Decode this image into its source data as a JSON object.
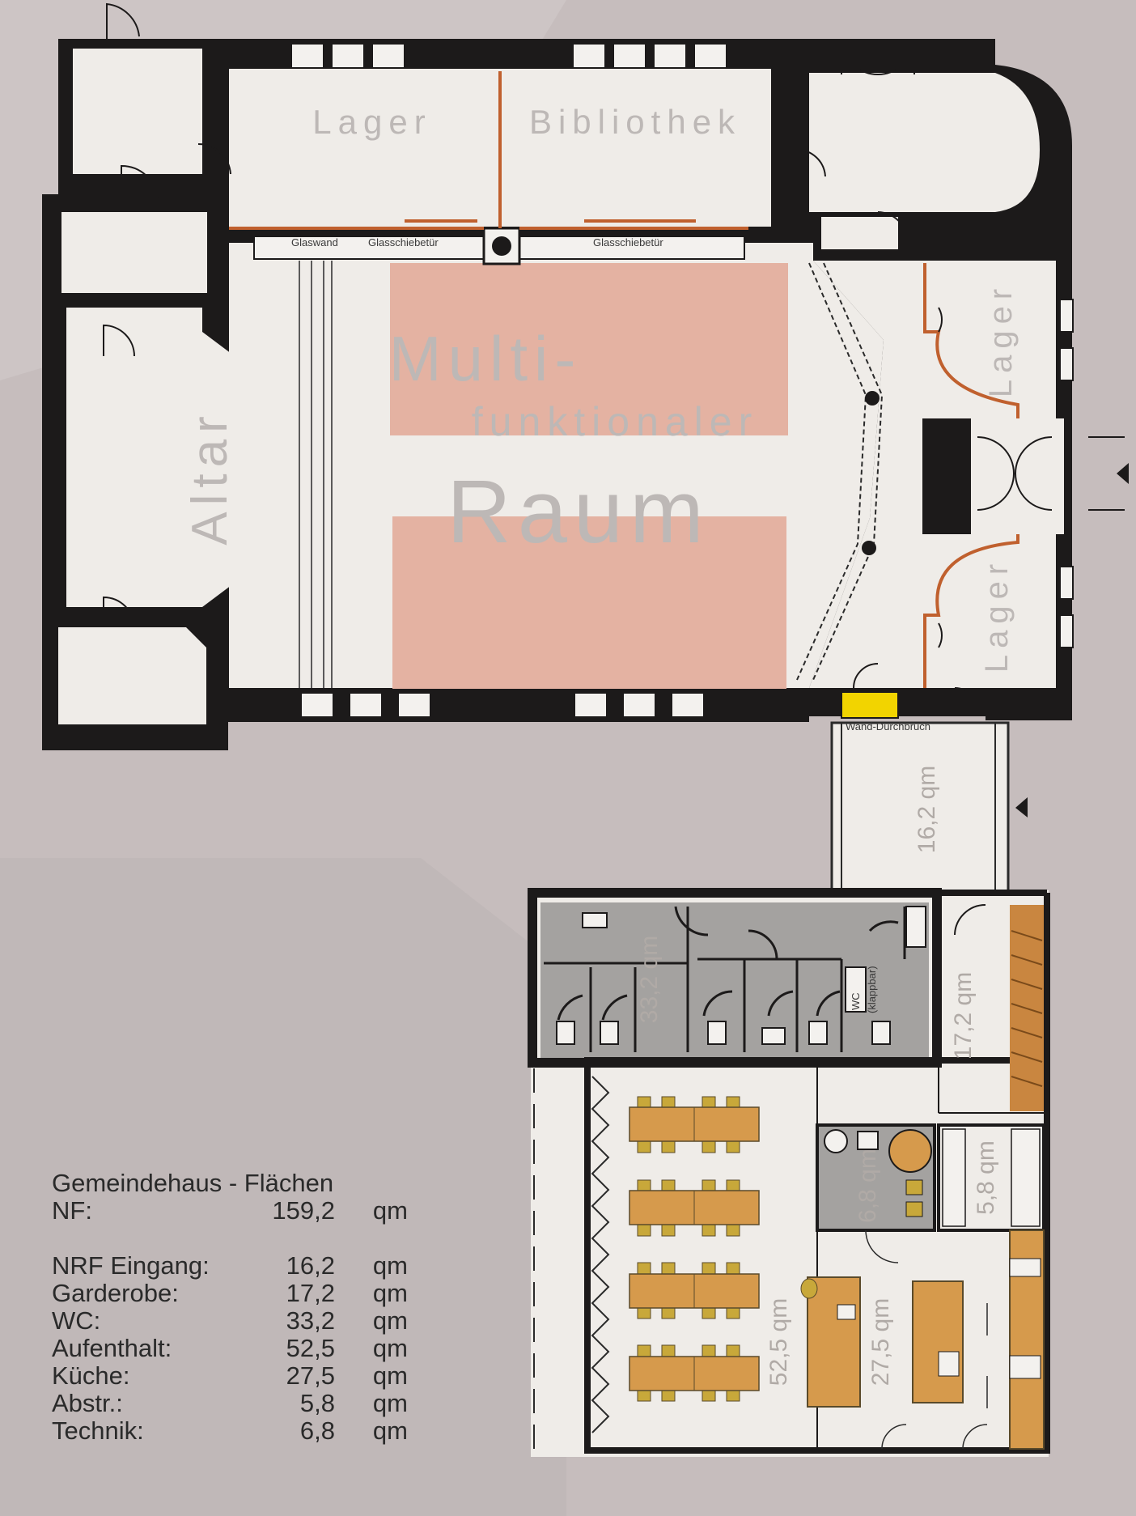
{
  "rooms": {
    "lager_top": "Lager",
    "bibliothek": "Bibliothek",
    "altar": "Altar",
    "multi": "Multi-",
    "funktionaler": "funktionaler",
    "raum": "Raum",
    "lager_right_1": "Lager",
    "lager_right_2": "Lager"
  },
  "annotations": {
    "glaswand": "Glaswand",
    "glasschiebetuer_1": "Glasschiebetür",
    "glasschiebetuer_2": "Glasschiebetür",
    "wand_durchbruch": "Wand-Durchbruch",
    "wc": "WC",
    "klappbar": "(klappbar)"
  },
  "areas": {
    "eingang": "16,2 qm",
    "wc": "33,2 qm",
    "garderobe": "17,2 qm",
    "technik": "6,8 qm",
    "abstr": "5,8 qm",
    "aufenthalt": "52,5 qm",
    "kueche": "27,5 qm"
  },
  "legend": {
    "title": "Gemeindehaus - Flächen",
    "nf_label": "NF:",
    "nf_value": "159,2",
    "nf_unit": "qm",
    "rows": [
      {
        "label": "NRF Eingang:",
        "value": "16,2",
        "unit": "qm"
      },
      {
        "label": "Garderobe:",
        "value": "17,2",
        "unit": "qm"
      },
      {
        "label": "WC:",
        "value": "33,2",
        "unit": "qm"
      },
      {
        "label": "Aufenthalt:",
        "value": "52,5",
        "unit": "qm"
      },
      {
        "label": "Küche:",
        "value": "27,5",
        "unit": "qm"
      },
      {
        "label": "Abstr.:",
        "value": "5,8",
        "unit": "qm"
      },
      {
        "label": "Technik:",
        "value": "6,8",
        "unit": "qm"
      }
    ]
  },
  "colors": {
    "wall": "#1c1a1a",
    "floor": "#efece8",
    "stage_area": "#e4b2a2",
    "partition": "#c0602e",
    "highlight": "#f2d400",
    "tile": "#a4a2a0",
    "table": "#d69a4c",
    "chair": "#c8a83a"
  }
}
